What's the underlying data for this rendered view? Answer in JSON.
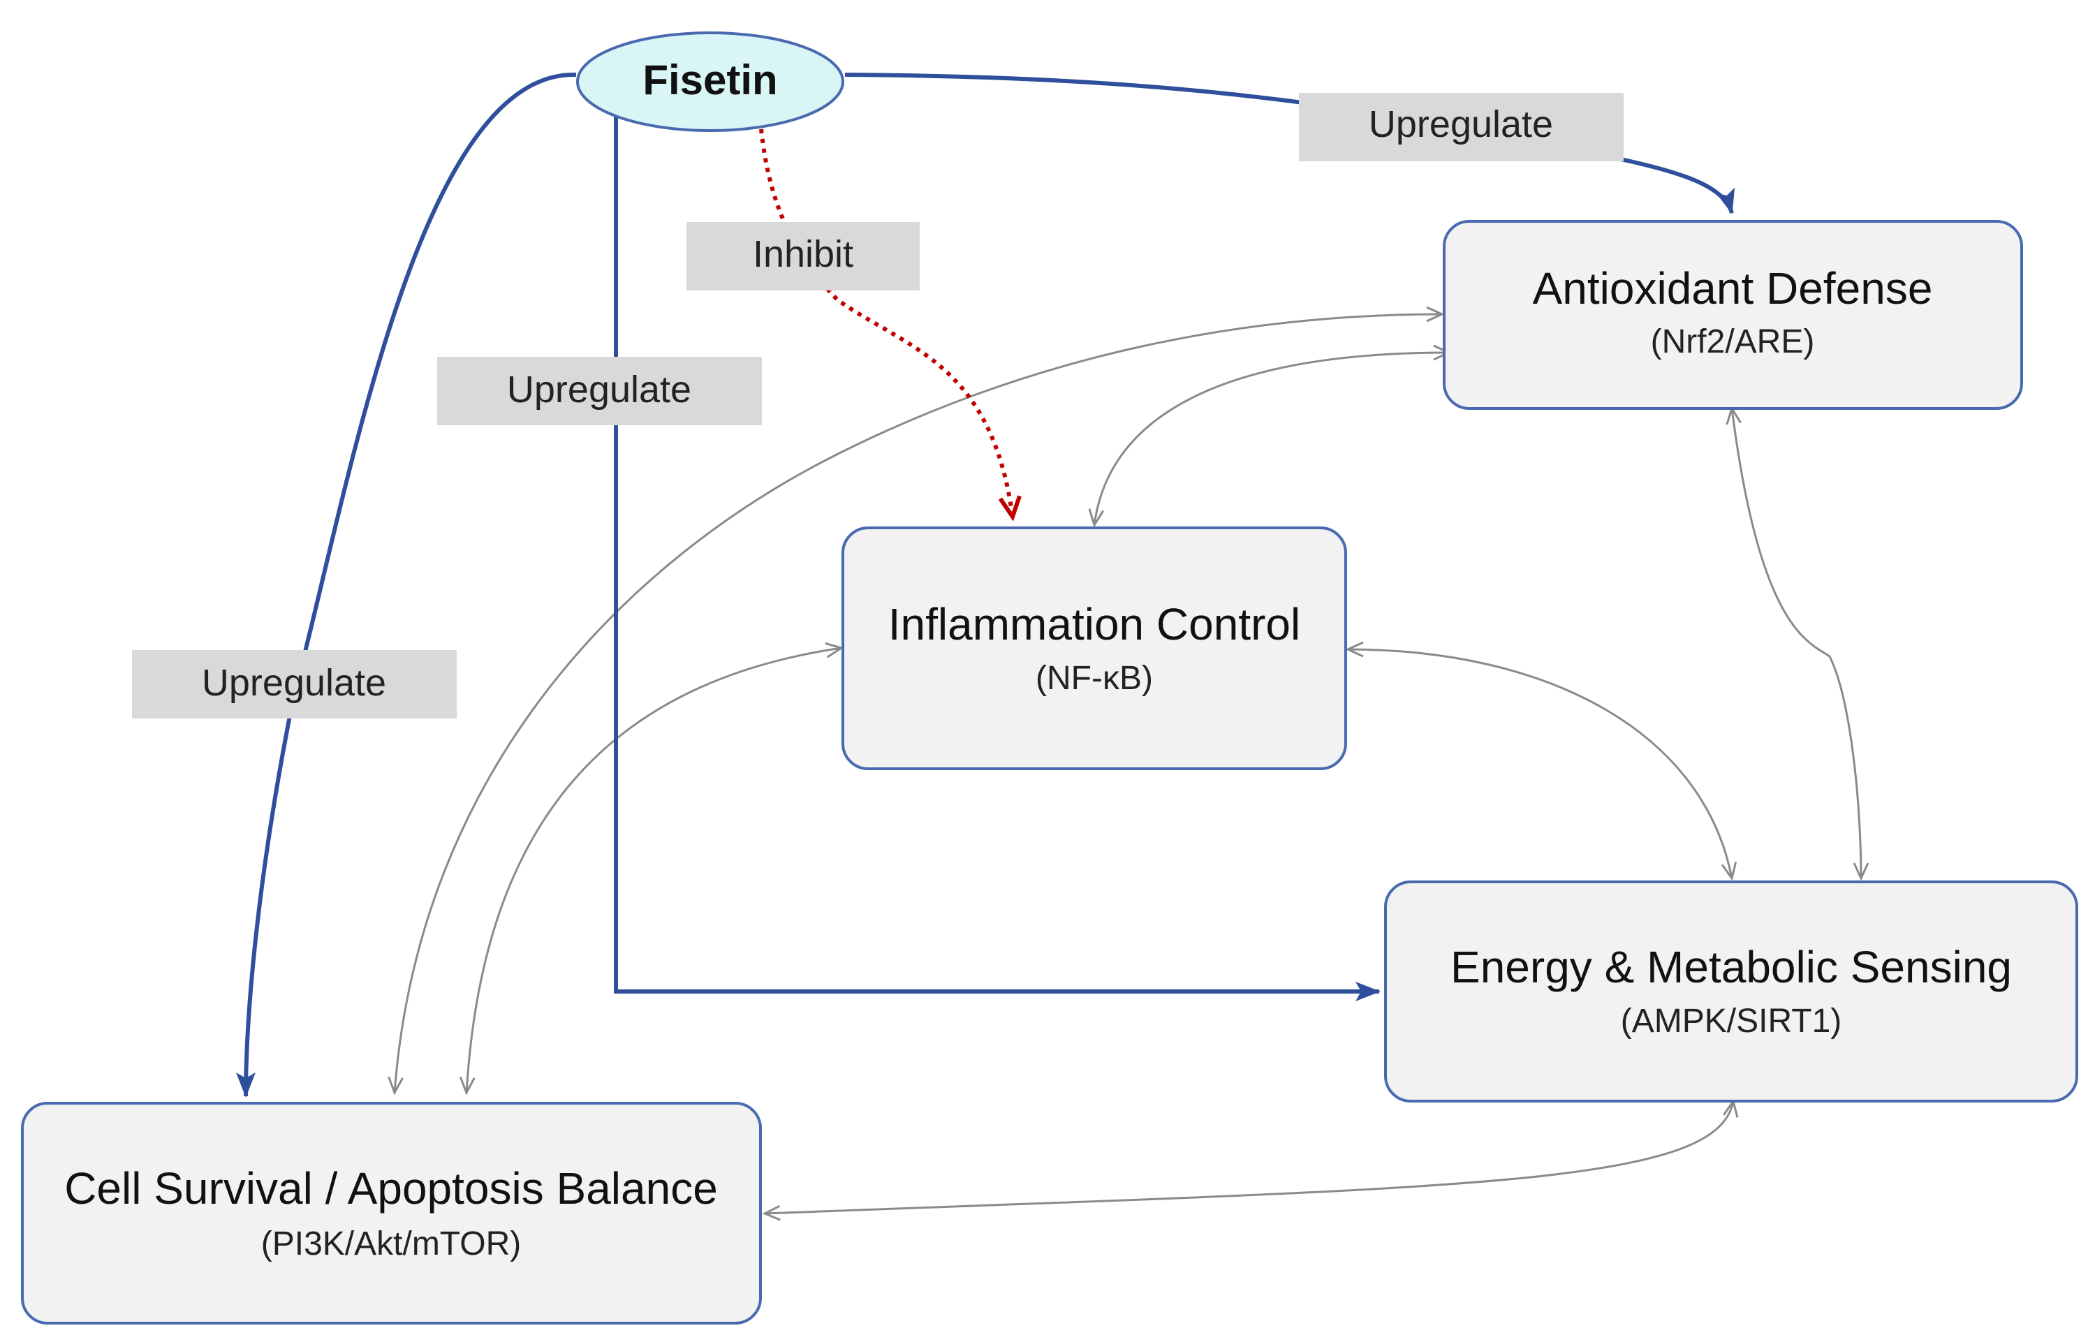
{
  "source": {
    "name": "Fisetin"
  },
  "nodes": {
    "antioxidant": {
      "title": "Antioxidant Defense",
      "subtitle": "(Nrf2/ARE)"
    },
    "inflammation": {
      "title": "Inflammation Control",
      "subtitle": "(NF-κB)"
    },
    "energy": {
      "title": "Energy & Metabolic Sensing",
      "subtitle": "(AMPK/SIRT1)"
    },
    "survival": {
      "title": "Cell Survival / Apoptosis Balance",
      "subtitle": "(PI3K/Akt/mTOR)"
    }
  },
  "edge_labels": {
    "to_antioxidant": "Upregulate",
    "to_inflammation": "Inhibit",
    "to_energy": "Upregulate",
    "to_survival": "Upregulate"
  },
  "colors": {
    "upregulate_edge": "#2f4f9c",
    "inhibit_edge": "#c00000",
    "crosstalk_edge": "#8a8a8a",
    "node_fill": "#f2f2f2",
    "node_border": "#4a6ab0",
    "source_fill": "#d9f5f5",
    "label_fill": "#d9d9d9"
  }
}
